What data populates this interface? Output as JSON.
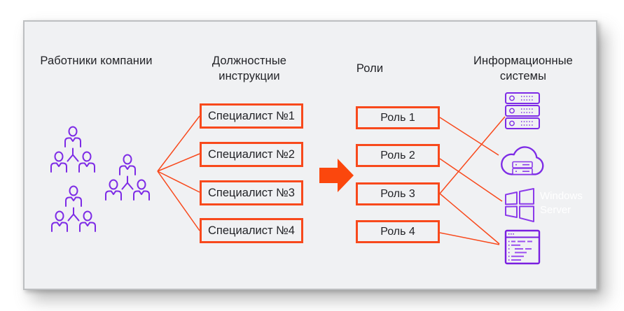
{
  "colors": {
    "orange": "#F8491C",
    "arrow_orange": "#FB470D",
    "purple": "#7D2BE6",
    "purple_light": "#9B4FF0",
    "text": "#222327",
    "panel_bg": "#F0F1F3",
    "panel_border": "#BDBFC1",
    "windows_label": "#FFFFFF"
  },
  "headers": {
    "employees": "Работники компании",
    "job_descriptions": "Должностные инструкции",
    "roles": "Роли",
    "systems": "Информационные системы"
  },
  "specialists": [
    "Специалист №1",
    "Специалист №2",
    "Специалист №3",
    "Специалист №4"
  ],
  "roles": [
    "Роль 1",
    "Роль 2",
    "Роль 3",
    "Роль 4"
  ],
  "systems": [
    {
      "name": "server-rack-icon"
    },
    {
      "name": "cloud-server-icon"
    },
    {
      "name": "windows-logo-icon",
      "label": "Windows Server"
    },
    {
      "name": "code-window-icon"
    }
  ],
  "employee_teams": 3,
  "connections": {
    "employees_to_specialists": [
      "Специалист №1",
      "Специалист №2",
      "Специалист №3",
      "Специалист №4"
    ],
    "role_to_system": [
      {
        "from": "Роль 1",
        "to": "cloud-server"
      },
      {
        "from": "Роль 2",
        "to": "windows-server"
      },
      {
        "from": "Роль 3",
        "to": "server-rack"
      },
      {
        "from": "Роль 3",
        "to": "code-window"
      },
      {
        "from": "Роль 4",
        "to": "code-window"
      }
    ]
  }
}
